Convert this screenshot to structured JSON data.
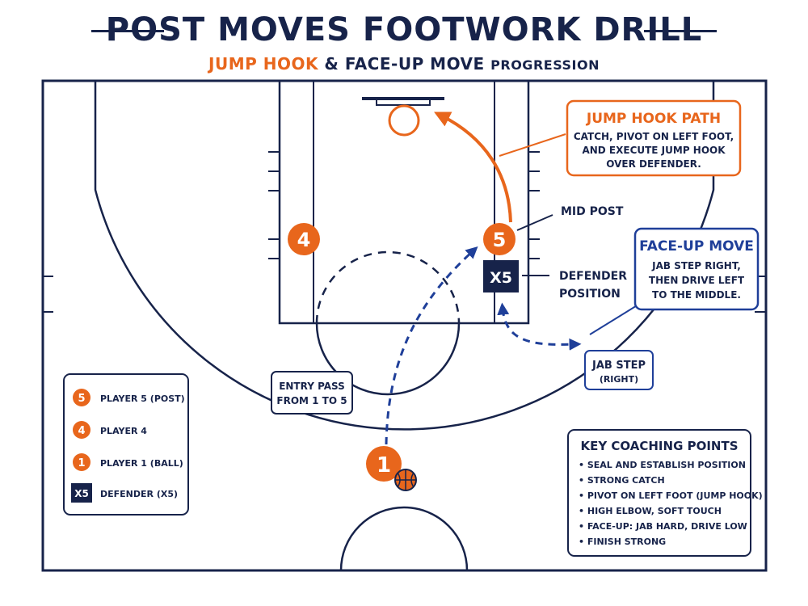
{
  "header": {
    "title": "POST MOVES FOOTWORK DRILL",
    "subtitle_orange": "JUMP HOOK",
    "subtitle_amp": " & FACE-UP MOVE ",
    "subtitle_small": "PROGRESSION"
  },
  "colors": {
    "navy": "#17234a",
    "orange": "#e8661c",
    "blue": "#1f3f99"
  },
  "players": {
    "p5": "5",
    "p4": "4",
    "p1": "1",
    "x5": "X5"
  },
  "labels": {
    "mid_post": "MID POST",
    "defender_position": [
      "DEFENDER",
      "POSITION"
    ],
    "entry_pass": [
      "ENTRY PASS",
      "FROM 1 TO 5"
    ],
    "jab_step": [
      "JAB STEP",
      "(RIGHT)"
    ]
  },
  "callouts": {
    "jump_hook": {
      "title": "JUMP HOOK PATH",
      "lines": [
        "CATCH, PIVOT ON LEFT FOOT,",
        "AND EXECUTE JUMP HOOK",
        "OVER DEFENDER."
      ]
    },
    "face_up": {
      "title": "FACE-UP MOVE",
      "lines": [
        "JAB STEP RIGHT,",
        "THEN DRIVE LEFT",
        "TO THE MIDDLE."
      ]
    }
  },
  "legend": [
    {
      "marker": "5",
      "text": "PLAYER 5 (POST)"
    },
    {
      "marker": "4",
      "text": "PLAYER 4"
    },
    {
      "marker": "1",
      "text": "PLAYER 1 (BALL)"
    },
    {
      "marker": "X5",
      "text": "DEFENDER (X5)"
    }
  ],
  "coaching": {
    "title": "KEY COACHING POINTS",
    "points": [
      "• SEAL AND ESTABLISH POSITION",
      "• STRONG CATCH",
      "• PIVOT ON LEFT FOOT (JUMP HOOK)",
      "• HIGH ELBOW, SOFT TOUCH",
      "• FACE-UP: JAB HARD, DRIVE LOW",
      "• FINISH STRONG"
    ]
  }
}
